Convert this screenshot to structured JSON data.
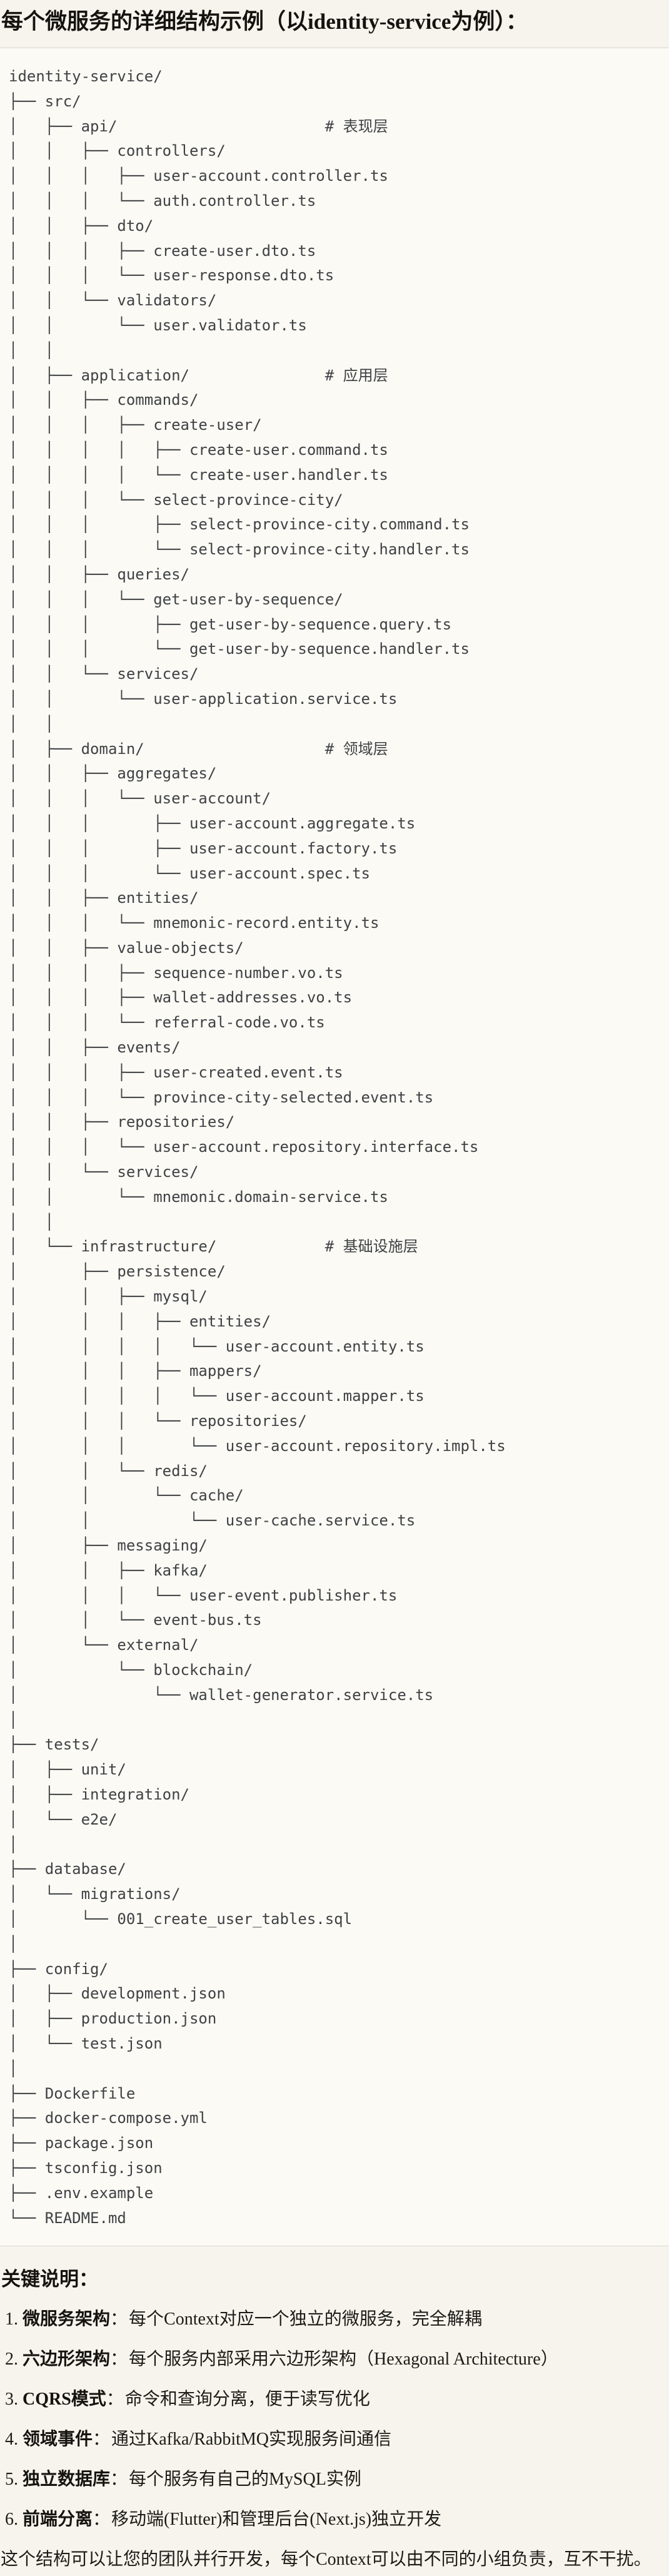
{
  "title": "每个微服务的详细结构示例（以identity-service为例）：",
  "tree_lines": [
    "identity-service/",
    "├── src/",
    "│   ├── api/                       # 表现层",
    "│   │   ├── controllers/",
    "│   │   │   ├── user-account.controller.ts",
    "│   │   │   └── auth.controller.ts",
    "│   │   ├── dto/",
    "│   │   │   ├── create-user.dto.ts",
    "│   │   │   └── user-response.dto.ts",
    "│   │   └── validators/",
    "│   │       └── user.validator.ts",
    "│   │",
    "│   ├── application/               # 应用层",
    "│   │   ├── commands/",
    "│   │   │   ├── create-user/",
    "│   │   │   │   ├── create-user.command.ts",
    "│   │   │   │   └── create-user.handler.ts",
    "│   │   │   └── select-province-city/",
    "│   │   │       ├── select-province-city.command.ts",
    "│   │   │       └── select-province-city.handler.ts",
    "│   │   ├── queries/",
    "│   │   │   └── get-user-by-sequence/",
    "│   │   │       ├── get-user-by-sequence.query.ts",
    "│   │   │       └── get-user-by-sequence.handler.ts",
    "│   │   └── services/",
    "│   │       └── user-application.service.ts",
    "│   │",
    "│   ├── domain/                    # 领域层",
    "│   │   ├── aggregates/",
    "│   │   │   └── user-account/",
    "│   │   │       ├── user-account.aggregate.ts",
    "│   │   │       ├── user-account.factory.ts",
    "│   │   │       └── user-account.spec.ts",
    "│   │   ├── entities/",
    "│   │   │   └── mnemonic-record.entity.ts",
    "│   │   ├── value-objects/",
    "│   │   │   ├── sequence-number.vo.ts",
    "│   │   │   ├── wallet-addresses.vo.ts",
    "│   │   │   └── referral-code.vo.ts",
    "│   │   ├── events/",
    "│   │   │   ├── user-created.event.ts",
    "│   │   │   └── province-city-selected.event.ts",
    "│   │   ├── repositories/",
    "│   │   │   └── user-account.repository.interface.ts",
    "│   │   └── services/",
    "│   │       └── mnemonic.domain-service.ts",
    "│   │",
    "│   └── infrastructure/            # 基础设施层",
    "│       ├── persistence/",
    "│       │   ├── mysql/",
    "│       │   │   ├── entities/",
    "│       │   │   │   └── user-account.entity.ts",
    "│       │   │   ├── mappers/",
    "│       │   │   │   └── user-account.mapper.ts",
    "│       │   │   └── repositories/",
    "│       │   │       └── user-account.repository.impl.ts",
    "│       │   └── redis/",
    "│       │       └── cache/",
    "│       │           └── user-cache.service.ts",
    "│       ├── messaging/",
    "│       │   ├── kafka/",
    "│       │   │   └── user-event.publisher.ts",
    "│       │   └── event-bus.ts",
    "│       └── external/",
    "│           └── blockchain/",
    "│               └── wallet-generator.service.ts",
    "│",
    "├── tests/",
    "│   ├── unit/",
    "│   ├── integration/",
    "│   └── e2e/",
    "│",
    "├── database/",
    "│   └── migrations/",
    "│       └── 001_create_user_tables.sql",
    "│",
    "├── config/",
    "│   ├── development.json",
    "│   ├── production.json",
    "│   └── test.json",
    "│",
    "├── Dockerfile",
    "├── docker-compose.yml",
    "├── package.json",
    "├── tsconfig.json",
    "├── .env.example",
    "└── README.md"
  ],
  "notes": {
    "heading": "关键说明：",
    "items": [
      {
        "num": "1.",
        "term": "微服务架构",
        "sep": "：",
        "desc": "每个Context对应一个独立的微服务，完全解耦"
      },
      {
        "num": "2.",
        "term": "六边形架构",
        "sep": "：",
        "desc": "每个服务内部采用六边形架构（Hexagonal Architecture）"
      },
      {
        "num": "3.",
        "term": "CQRS模式",
        "sep": "：",
        "desc": "命令和查询分离，便于读写优化"
      },
      {
        "num": "4.",
        "term": "领域事件",
        "sep": "：",
        "desc": "通过Kafka/RabbitMQ实现服务间通信"
      },
      {
        "num": "5.",
        "term": "独立数据库",
        "sep": "：",
        "desc": "每个服务有自己的MySQL实例"
      },
      {
        "num": "6.",
        "term": "前端分离",
        "sep": "：",
        "desc": "移动端(Flutter)和管理后台(Next.js)独立开发"
      }
    ],
    "footer": "这个结构可以让您的团队并行开发，每个Context可以由不同的小组负责，互不干扰。"
  }
}
